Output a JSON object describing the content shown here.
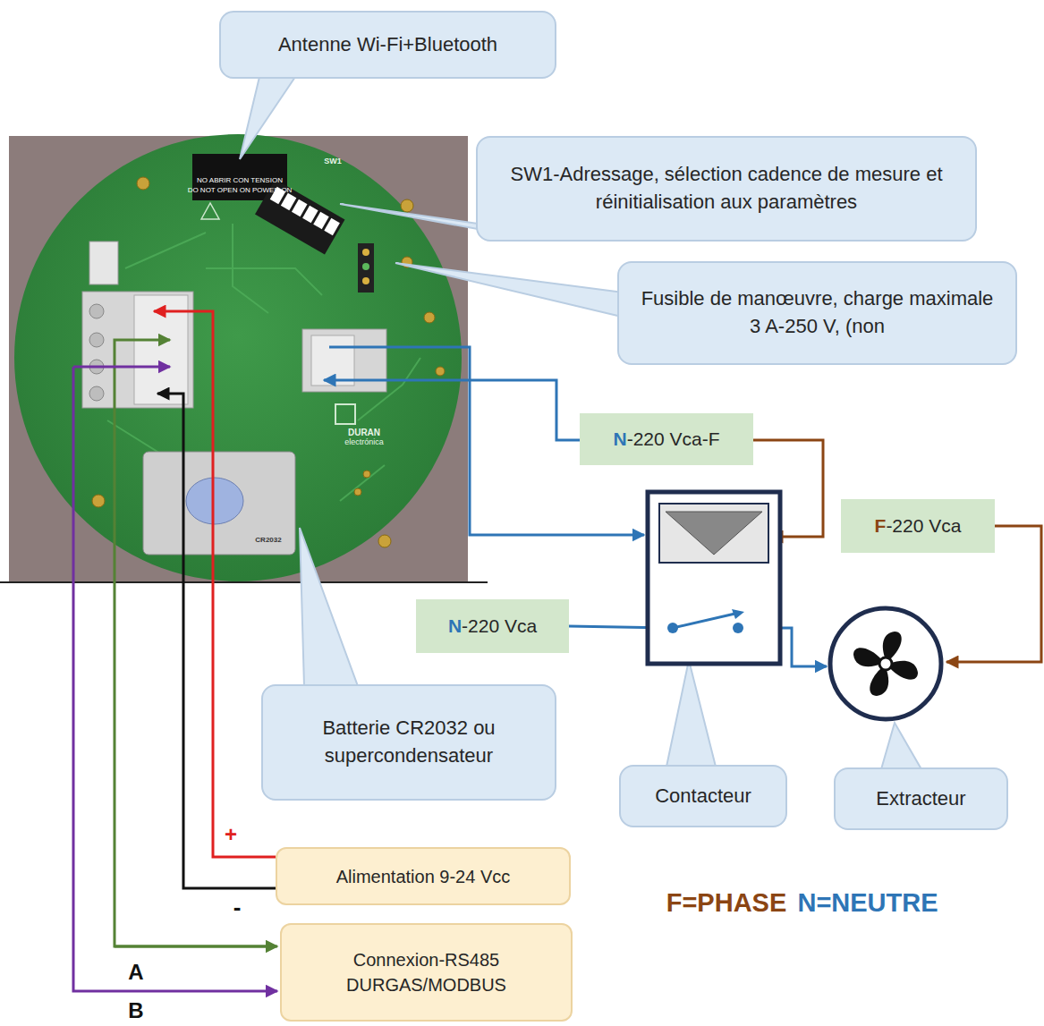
{
  "diagram": {
    "nodes": [
      {
        "text": [
          "Antenne Wi-Fi+Bluetooth"
        ]
      },
      {
        "text": [
          "SW1-Adressage, sélection cadence de mesure et réinitialisation aux paramètres"
        ]
      },
      {
        "text": [
          "Fusible de manœuvre, charge maximale 3 A-250 V, (non"
        ]
      },
      {
        "text": [
          "N-220 Vca-F"
        ]
      },
      {
        "text": [
          "F-220 Vca"
        ]
      },
      {
        "text": [
          "N-220 Vca"
        ]
      },
      {
        "text": [
          "Batterie CR2032 ou supercondensateur"
        ]
      },
      {
        "text": [
          "Contacteur"
        ]
      },
      {
        "text": [
          "Extracteur"
        ]
      },
      {
        "text": [
          "Alimentation 9-24 Vcc"
        ]
      },
      {
        "text": [
          "Connexion-RS485 DURGAS/MODBUS"
        ]
      }
    ],
    "labels": [
      "+",
      "-",
      "A",
      "B",
      "F=PHASE",
      "N=NEUTRE",
      "NO ABRIR CON TENSION",
      "DO NOT OPEN ON POWER ON",
      "SW1",
      "DURAN",
      "electrónica",
      "CR2032"
    ]
  }
}
